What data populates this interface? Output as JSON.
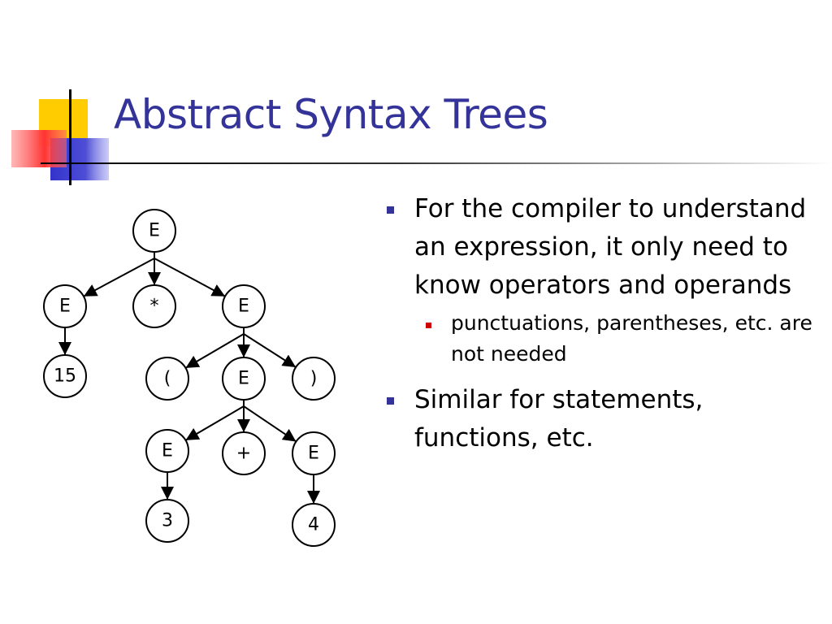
{
  "slide": {
    "title": "Abstract Syntax Trees",
    "accent_colors": {
      "title": "#333399",
      "bullet": "#333399",
      "sub_bullet": "#cc0000",
      "deco_yellow": "#ffcc00",
      "deco_red": "#ff3333",
      "deco_blue": "#3333cc"
    }
  },
  "tree": {
    "nodes": [
      {
        "id": "root",
        "label": "E"
      },
      {
        "id": "e-left",
        "label": "E"
      },
      {
        "id": "times",
        "label": "*"
      },
      {
        "id": "e-right",
        "label": "E"
      },
      {
        "id": "fifteen",
        "label": "15"
      },
      {
        "id": "lparen",
        "label": "("
      },
      {
        "id": "e-mid",
        "label": "E"
      },
      {
        "id": "rparen",
        "label": ")"
      },
      {
        "id": "e-3",
        "label": "E"
      },
      {
        "id": "plus",
        "label": "+"
      },
      {
        "id": "e-4",
        "label": "E"
      },
      {
        "id": "three",
        "label": "3"
      },
      {
        "id": "four",
        "label": "4"
      }
    ],
    "edges": [
      [
        "root",
        "e-left"
      ],
      [
        "root",
        "times"
      ],
      [
        "root",
        "e-right"
      ],
      [
        "e-left",
        "fifteen"
      ],
      [
        "e-right",
        "lparen"
      ],
      [
        "e-right",
        "e-mid"
      ],
      [
        "e-right",
        "rparen"
      ],
      [
        "e-mid",
        "e-3"
      ],
      [
        "e-mid",
        "plus"
      ],
      [
        "e-mid",
        "e-4"
      ],
      [
        "e-3",
        "three"
      ],
      [
        "e-4",
        "four"
      ]
    ]
  },
  "bullets": [
    {
      "text": "For the compiler to understand an expression, it only need to know operators and operands",
      "sub": [
        "punctuations, parentheses, etc. are not needed"
      ]
    },
    {
      "text": "Similar for statements, functions, etc.",
      "sub": []
    }
  ]
}
